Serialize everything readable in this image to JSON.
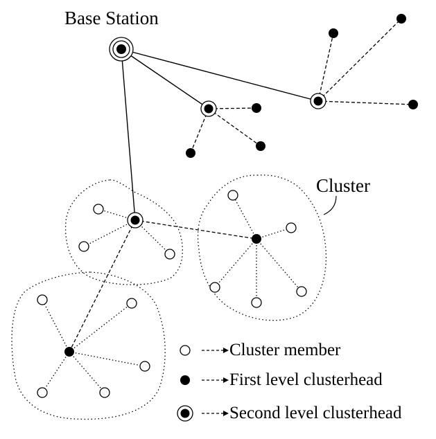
{
  "labels": {
    "base_station": "Base Station",
    "cluster": "Cluster"
  },
  "legend": {
    "member": "Cluster member",
    "first_level": "First level clusterhead",
    "second_level": "Second level clusterhead"
  },
  "colors": {
    "stroke": "#000000",
    "fill_dark": "#000000",
    "fill_light": "#ffffff"
  }
}
